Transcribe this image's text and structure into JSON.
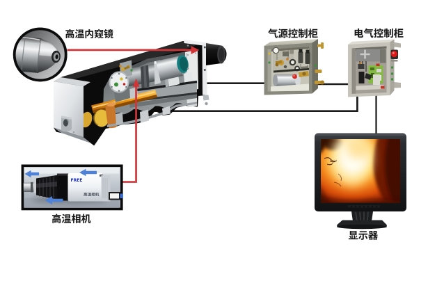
{
  "diagram": {
    "type": "system-connection-diagram",
    "subject": "high-temperature industrial endoscope video system"
  },
  "labels": {
    "endoscope": "高温内窥镜",
    "air_cabinet": "气源控制柜",
    "electric_cabinet": "电气控制柜",
    "camera": "高温相机",
    "monitor": "显示器"
  },
  "camera_inset": {
    "logo": "FREE",
    "body_text": "高温相机"
  },
  "connections": [
    {
      "from": "endoscope-photo",
      "to": "housing-flange",
      "style": "red-arrow"
    },
    {
      "from": "camera-photo",
      "to": "housing-interior-camera",
      "style": "red-arrow"
    },
    {
      "from": "protective-housing",
      "to": "air-control-cabinet",
      "style": "black-line"
    },
    {
      "from": "protective-housing",
      "to": "electric-control-cabinet",
      "style": "black-line"
    },
    {
      "from": "air-control-cabinet",
      "to": "electric-control-cabinet",
      "style": "black-line"
    },
    {
      "from": "electric-control-cabinet",
      "to": "monitor",
      "style": "black-line"
    }
  ],
  "colors": {
    "background": "#ffffff",
    "line": "#1a1a1a",
    "arrow_red": "#d23538",
    "arrow_blue": "#4f81d6",
    "housing_black": "#0d0d0d",
    "teal_ring": "#157d7d",
    "orange_rail": "#ef9a12",
    "screen_fire": "#f0781a"
  }
}
